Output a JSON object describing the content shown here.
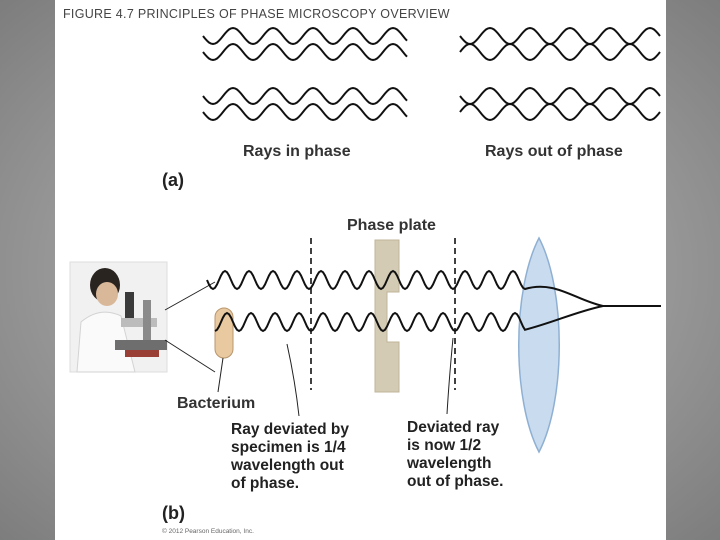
{
  "figure_title": "FIGURE 4.7  PRINCIPLES OF PHASE MICROSCOPY OVERVIEW",
  "panel_a": {
    "label": "(a)",
    "left_caption": "Rays in phase",
    "right_caption": "Rays out of phase"
  },
  "panel_b": {
    "label": "(b)",
    "phase_plate_label": "Phase plate",
    "bacterium_label": "Bacterium",
    "deviated_caption": [
      "Ray deviated by",
      "specimen is 1/4",
      "wavelength out",
      "of phase."
    ],
    "half_caption": [
      "Deviated ray",
      "is now 1/2",
      "wavelength",
      "out of phase."
    ]
  },
  "copyright": "© 2012 Pearson Education, Inc.",
  "colors": {
    "bacterium": "#e8c9a0",
    "phase_plate": "#d4cbb5",
    "lens": "#c9dcef"
  }
}
